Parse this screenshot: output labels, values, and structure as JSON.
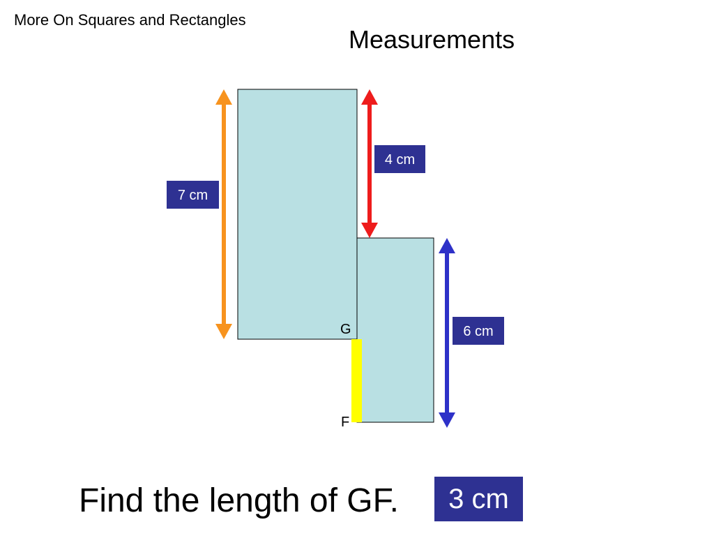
{
  "header": {
    "course_title": "More On Squares and Rectangles",
    "slide_title": "Measurements"
  },
  "diagram": {
    "labels": {
      "tall_rect_height": "7 cm",
      "overlap_height": "4 cm",
      "short_rect_height": "6 cm",
      "point_g": "G",
      "point_f": "F"
    },
    "colors": {
      "rect_fill": "#b9e0e3",
      "rect_stroke": "#000000",
      "arrow_orange": "#f7931e",
      "arrow_red": "#ee1c1c",
      "arrow_blue": "#2e31c8",
      "label_box": "#2e3192",
      "segment_gf": "#ffff00"
    }
  },
  "question": {
    "text": "Find the length of GF.",
    "answer": "3 cm"
  }
}
